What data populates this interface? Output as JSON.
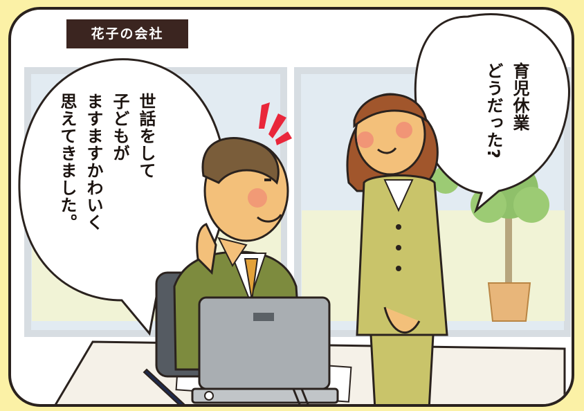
{
  "header": {
    "company_label": "花子の会社"
  },
  "dialogue": {
    "left_bubble_lines": [
      "世話をして",
      "子どもが",
      "ますますかわいく",
      "思えてきました。"
    ],
    "right_bubble_lines": [
      "育児休業",
      "どうだった?"
    ]
  },
  "icons": [
    "laptop-icon",
    "pen-icon",
    "potted-plant-icon"
  ],
  "colors": {
    "background": "#fbf1a6",
    "border": "#2a221e",
    "suit_green": "#7d8b3e",
    "suit_khaki": "#c9c46a",
    "window": "#dde8f0"
  }
}
